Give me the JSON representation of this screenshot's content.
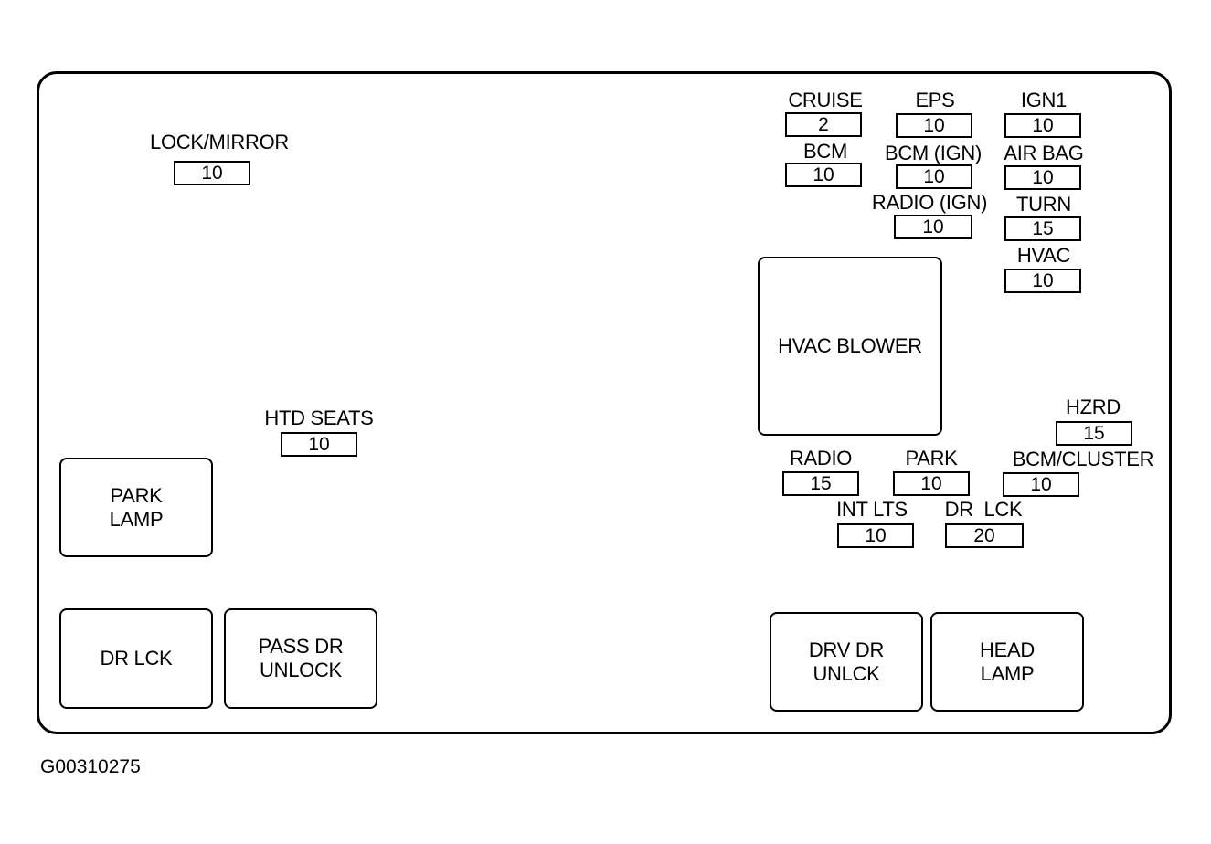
{
  "fuses": [
    {
      "label": "LOCK/MIRROR",
      "amps": "10"
    },
    {
      "label": "HTD SEATS",
      "amps": "10"
    },
    {
      "label": "CRUISE",
      "amps": "2"
    },
    {
      "label": "EPS",
      "amps": "10"
    },
    {
      "label": "IGN1",
      "amps": "10"
    },
    {
      "label": "BCM",
      "amps": "10"
    },
    {
      "label": "BCM (IGN)",
      "amps": "10"
    },
    {
      "label": "AIR BAG",
      "amps": "10"
    },
    {
      "label": "RADIO (IGN)",
      "amps": "10"
    },
    {
      "label": "TURN",
      "amps": "15"
    },
    {
      "label": "HVAC",
      "amps": "10"
    },
    {
      "label": "HZRD",
      "amps": "15"
    },
    {
      "label": "RADIO",
      "amps": "15"
    },
    {
      "label": "PARK",
      "amps": "10"
    },
    {
      "label": "BCM/CLUSTER",
      "amps": "10"
    },
    {
      "label": "INT LTS",
      "amps": "10"
    },
    {
      "label": "DR  LCK",
      "amps": "20"
    }
  ],
  "relays": [
    {
      "label": "HVAC BLOWER"
    },
    {
      "label": "PARK\nLAMP"
    },
    {
      "label": "DR LCK"
    },
    {
      "label": "PASS DR\nUNLOCK"
    },
    {
      "label": "DRV DR\nUNLCK"
    },
    {
      "label": "HEAD\nLAMP"
    }
  ],
  "figure_id": "G00310275"
}
